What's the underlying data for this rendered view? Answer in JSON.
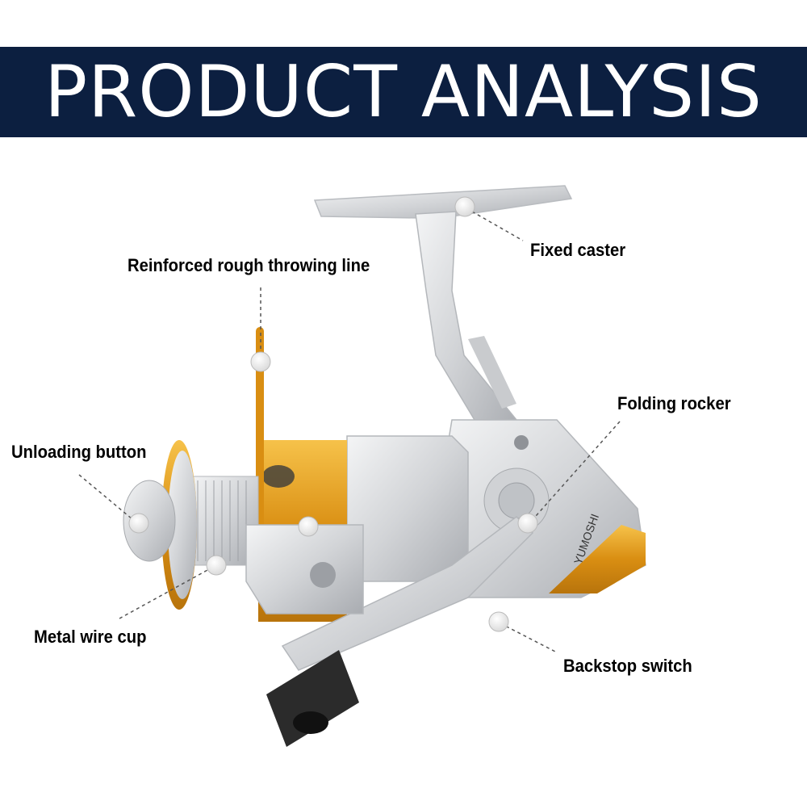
{
  "header": {
    "title": "PRODUCT ANALYSIS"
  },
  "callouts": {
    "fixed_caster": "Fixed caster",
    "throwing_line": "Reinforced rough throwing line",
    "folding_rocker": "Folding rocker",
    "unloading_button": "Unloading button",
    "metal_wire_cup": "Metal wire cup",
    "backstop_switch": "Backstop switch"
  },
  "reel": {
    "brand_text": "YUMOSHI"
  },
  "colors": {
    "banner": "#0c1f40",
    "metal": "#d9dadc",
    "gold": "#e2a11e",
    "knob": "#2b2b2b"
  }
}
